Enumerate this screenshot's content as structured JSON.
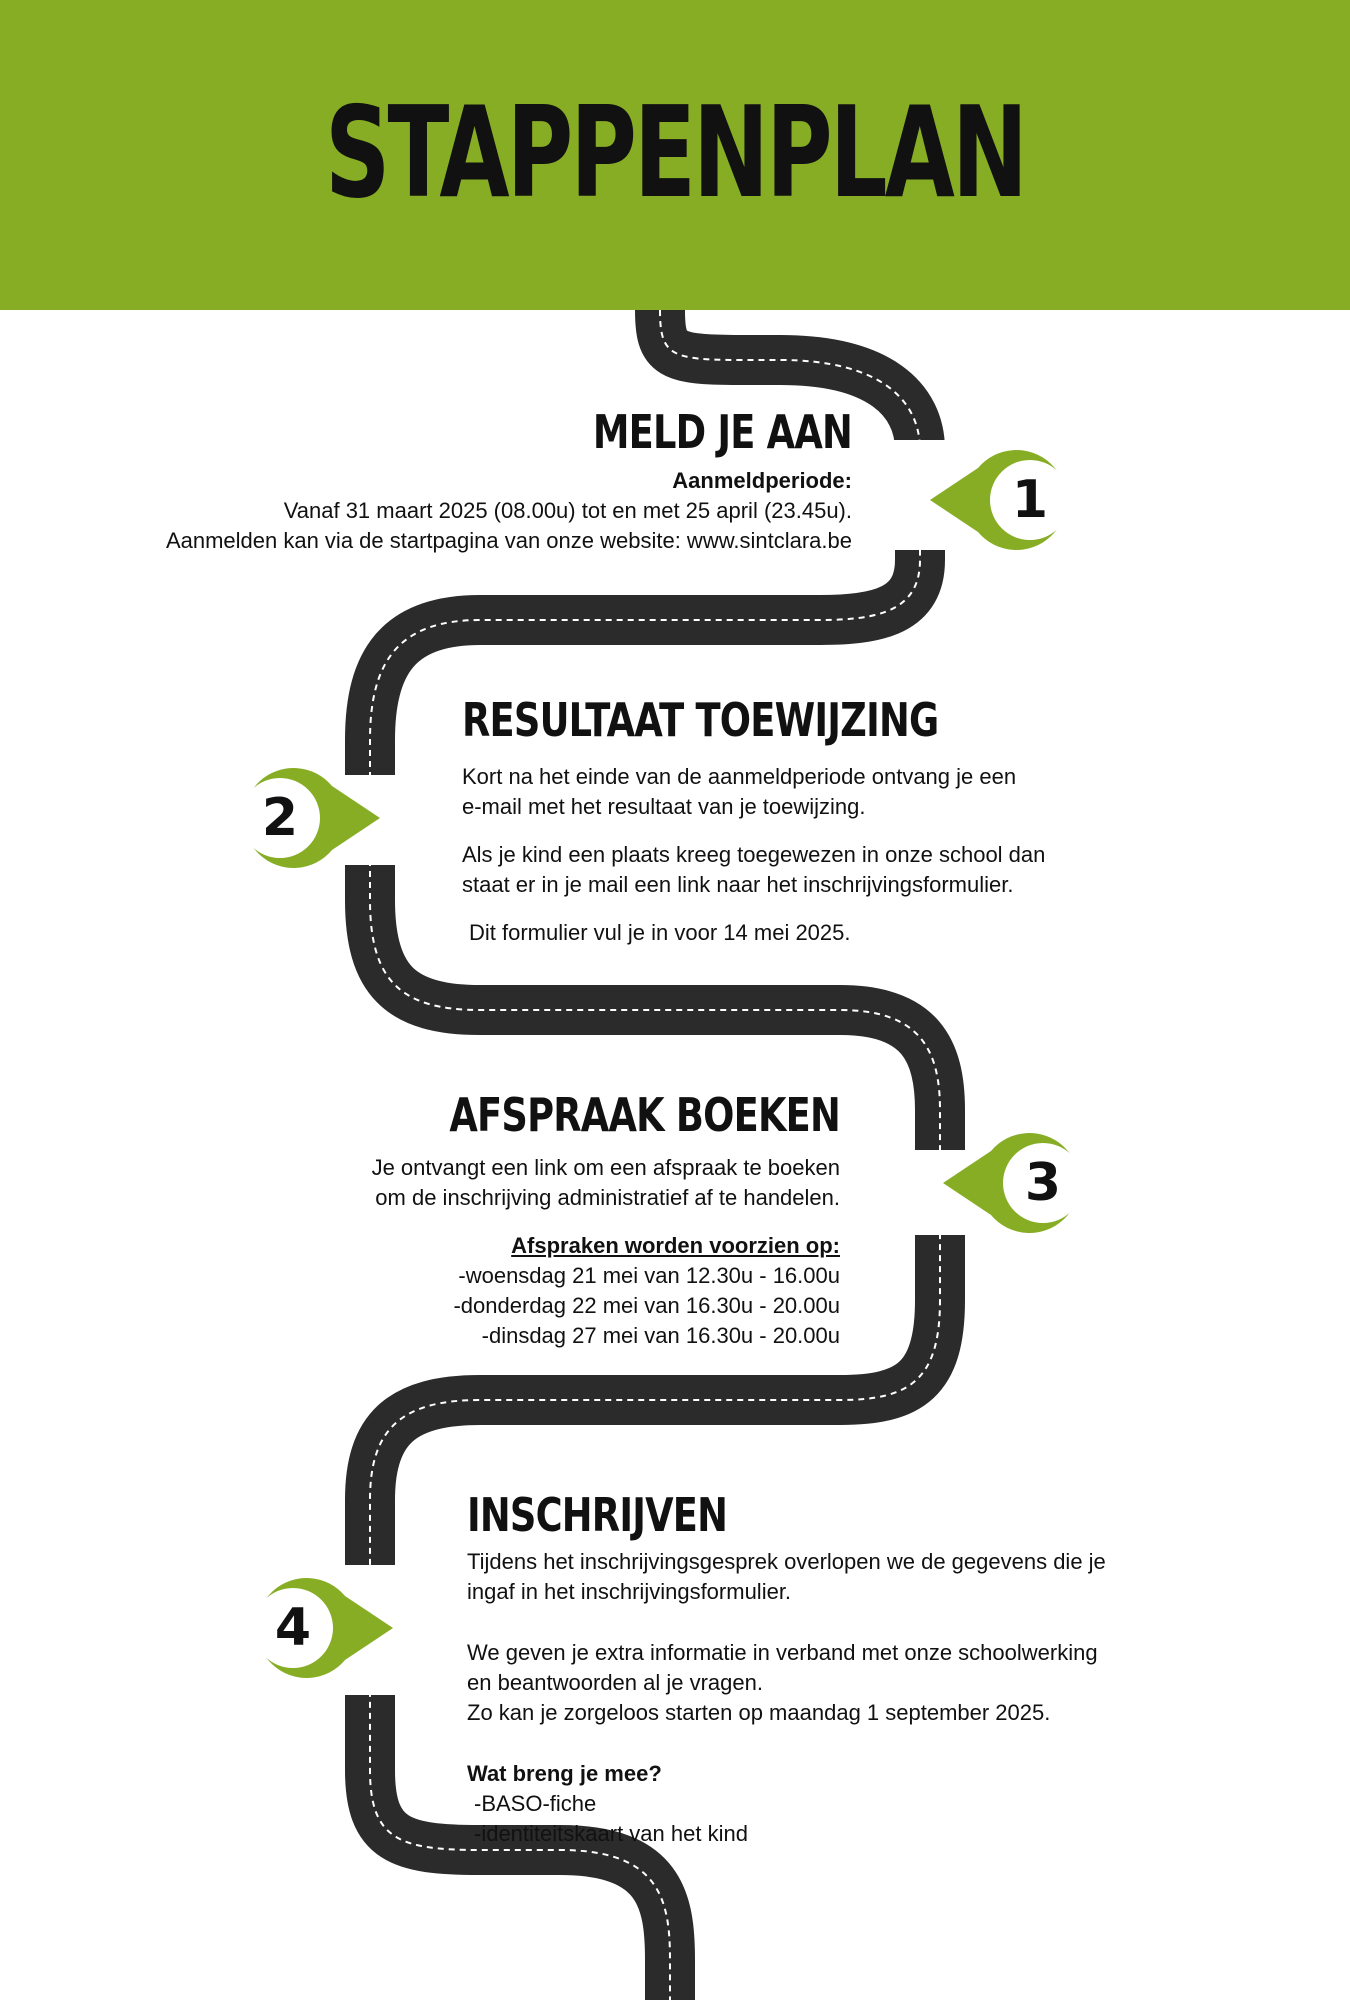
{
  "page": {
    "title": "STAPPENPLAN"
  },
  "colors": {
    "header_green": "#86ad24",
    "marker_green": "#86ad24",
    "road": "#2b2b2b",
    "road_stripe": "#ffffff",
    "text": "#111111"
  },
  "steps": [
    {
      "number": "1",
      "heading": "MELD JE AAN",
      "subheading": "Aanmeldperiode:",
      "lines": [
        "Vanaf 31 maart 2025 (08.00u) tot en met 25 april (23.45u).",
        "Aanmelden kan via de startpagina van onze website: www.sintclara.be"
      ]
    },
    {
      "number": "2",
      "heading": "RESULTAAT TOEWIJZING",
      "paragraphs": [
        "Kort na het einde van de aanmeldperiode ontvang je een",
        "e-mail  met het resultaat van je toewijzing.",
        "Als je kind een plaats kreeg toegewezen in onze school dan",
        "staat er in je mail een link naar het inschrijvingsformulier.",
        "Dit formulier vul je in voor 14 mei 2025."
      ]
    },
    {
      "number": "3",
      "heading": "AFSPRAAK BOEKEN",
      "lines": [
        "Je ontvangt een link om een afspraak te boeken",
        "om de inschrijving administratief af te handelen."
      ],
      "appointments_label": "Afspraken worden voorzien op:",
      "appointments": [
        "-woensdag 21 mei van 12.30u - 16.00u",
        "-donderdag 22 mei van 16.30u - 20.00u",
        "-dinsdag 27 mei van 16.30u - 20.00u"
      ]
    },
    {
      "number": "4",
      "heading": "INSCHRIJVEN",
      "lines": [
        "Tijdens het inschrijvingsgesprek overlopen we de gegevens die je",
        "ingaf in het inschrijvingsformulier.",
        "We geven je extra informatie in verband met onze schoolwerking",
        "en beantwoorden al je vragen.",
        "Zo kan je zorgeloos starten op maandag 1 september 2025."
      ],
      "bring_label": "Wat breng je mee?",
      "bring_items": [
        "-BASO-fiche",
        "-identiteitskaart van het kind"
      ]
    }
  ]
}
